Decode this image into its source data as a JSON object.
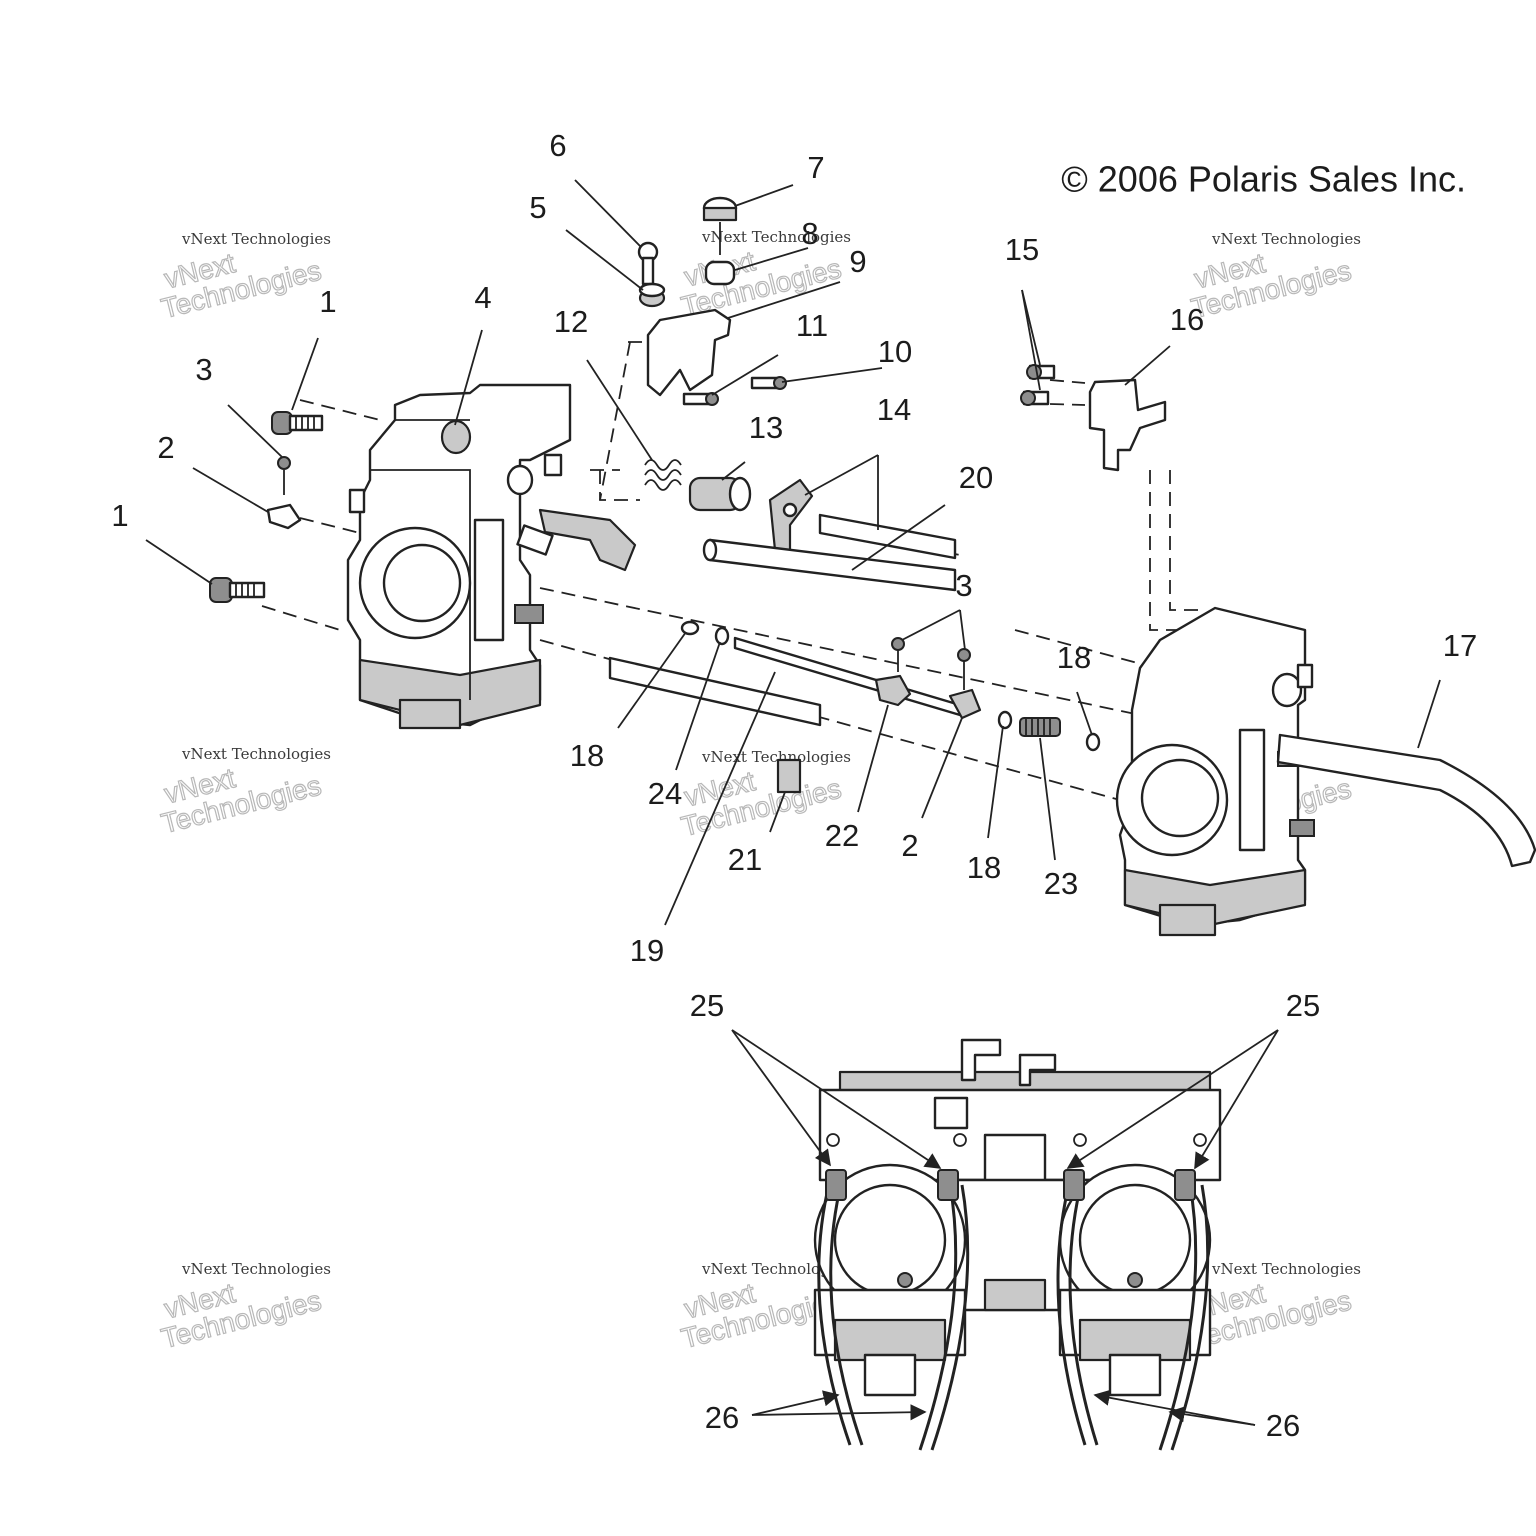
{
  "copyright": "© 2006 Polaris Sales Inc.",
  "watermark": {
    "combined": "vNext Technologies",
    "line1": "vNext",
    "line2": "Technologies"
  },
  "callouts": [
    "6",
    "7",
    "5",
    "8",
    "9",
    "15",
    "1",
    "4",
    "12",
    "16",
    "11",
    "10",
    "3",
    "14",
    "13",
    "2",
    "20",
    "1",
    "3",
    "17",
    "18",
    "18",
    "24",
    "22",
    "2",
    "21",
    "18",
    "23",
    "19",
    "25",
    "25",
    "26",
    "26"
  ]
}
